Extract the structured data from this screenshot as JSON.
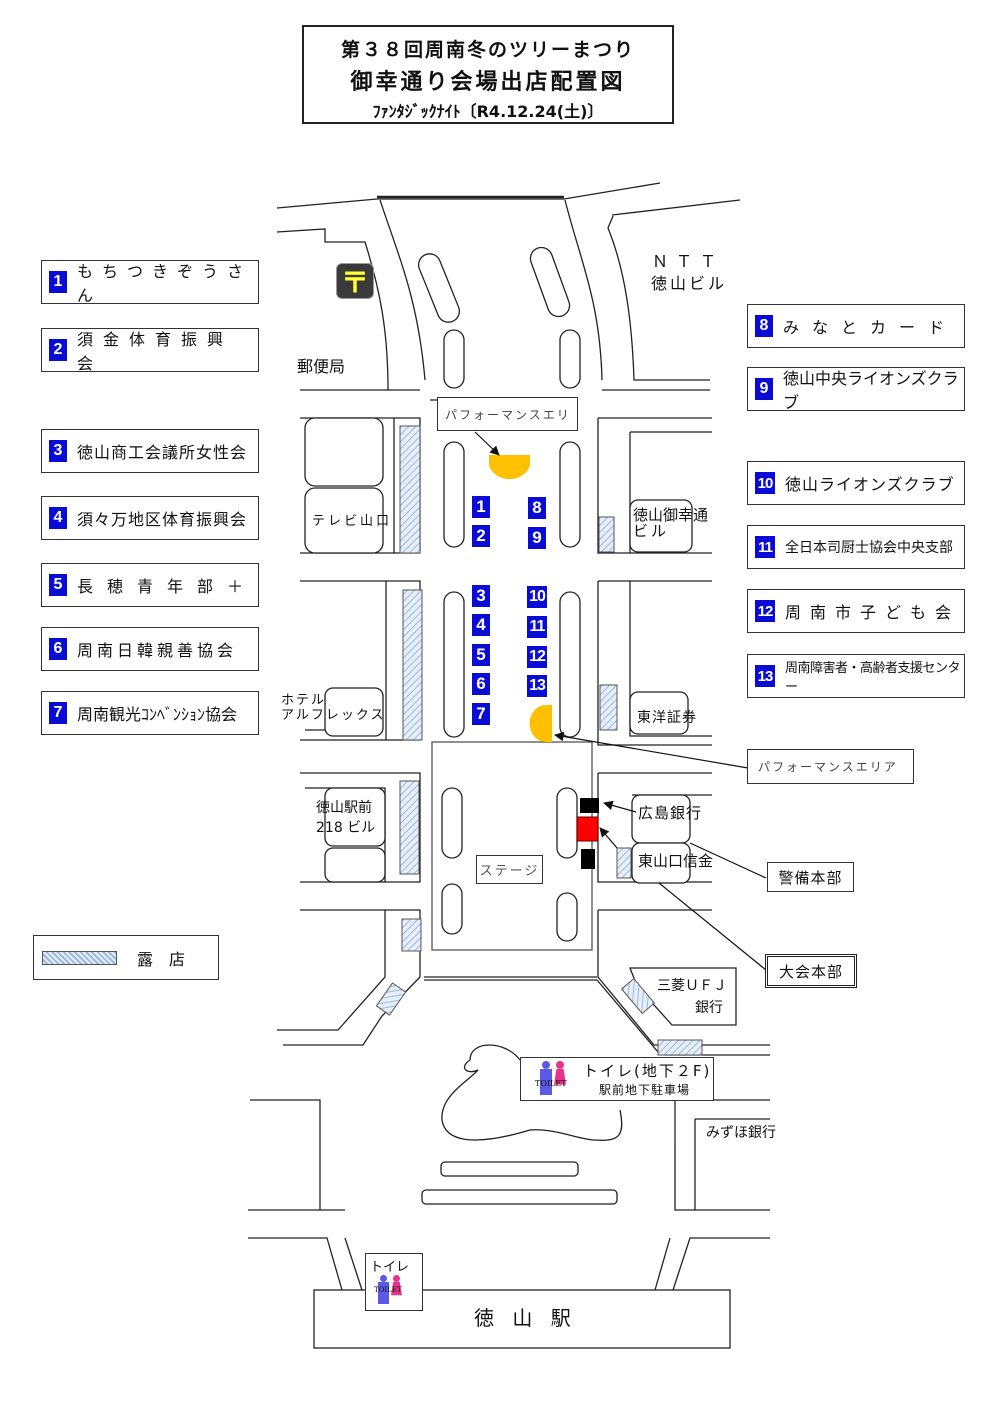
{
  "title": {
    "line1": "第３８回周南冬のツリーまつり",
    "line2": "御幸通り会場出店配置図",
    "line3": "ﾌｧﾝﾀｼﾞｯｸﾅｲﾄ〔R4.12.24(土)〕"
  },
  "vendors": [
    {
      "no": "1",
      "name": "もちつきぞうさん"
    },
    {
      "no": "2",
      "name": "須金体育振興会"
    },
    {
      "no": "3",
      "name": "徳山商工会議所女性会"
    },
    {
      "no": "4",
      "name": "須々万地区体育振興会"
    },
    {
      "no": "5",
      "name": "長穂青年部＋"
    },
    {
      "no": "6",
      "name": "周南日韓親善協会"
    },
    {
      "no": "7",
      "name": "周南観光ｺﾝﾍﾞﾝｼｮﾝ協会"
    },
    {
      "no": "8",
      "name": "みなとカード"
    },
    {
      "no": "9",
      "name": "徳山中央ライオンズクラブ"
    },
    {
      "no": "10",
      "name": "徳山ライオンズクラブ"
    },
    {
      "no": "11",
      "name": "全日本司厨士協会中央支部"
    },
    {
      "no": "12",
      "name": "周南市子ども会"
    },
    {
      "no": "13",
      "name": "周南障害者・高齢者支援センター"
    }
  ],
  "legend": {
    "stall_label": "露　店"
  },
  "landmarks": {
    "post_office": "郵便局",
    "post_symbol": "〒",
    "ntt_line1": "ＮＴＴ",
    "ntt_line2": "徳山ビル",
    "tv_yamaguchi": "テレビ山口",
    "miyuki_bldg_line1": "徳山御幸通",
    "miyuki_bldg_line2": "ビル",
    "hotel_line1": "ホテル",
    "hotel_line2": "アルフレックス",
    "toyo": "東洋証券",
    "ekimae_line1": "徳山駅前",
    "ekimae_line2": "218 ビル",
    "hiroshima_bank": "広島銀行",
    "higashi_shinkin": "東山口信金",
    "stage": "ステージ",
    "mufg_line1": "三菱ＵＦＪ",
    "mufg_line2": "銀行",
    "mizuho": "みずほ銀行",
    "toilet_b2_line1": "トイレ(地下２F)",
    "toilet_b2_line2": "駅前地下駐車場",
    "toilet_station": "トイレ",
    "toilet_sign": "TOILET",
    "station": "徳 山 駅"
  },
  "callouts": {
    "performance_top": "パフォーマンスエリ",
    "performance_right": "パフォーマンスエリア",
    "security_hq": "警備本部",
    "event_hq": "大会本部"
  },
  "colors": {
    "badge": "#0b0bd6",
    "performance_area": "#ffc000",
    "event_hq_tent": "#ff0000",
    "security_tent": "#000000",
    "stall_hatch": "#a9c4e4",
    "toilet_male": "#5a5ae6",
    "toilet_female": "#e8338a",
    "post_icon": "#ffff33"
  }
}
